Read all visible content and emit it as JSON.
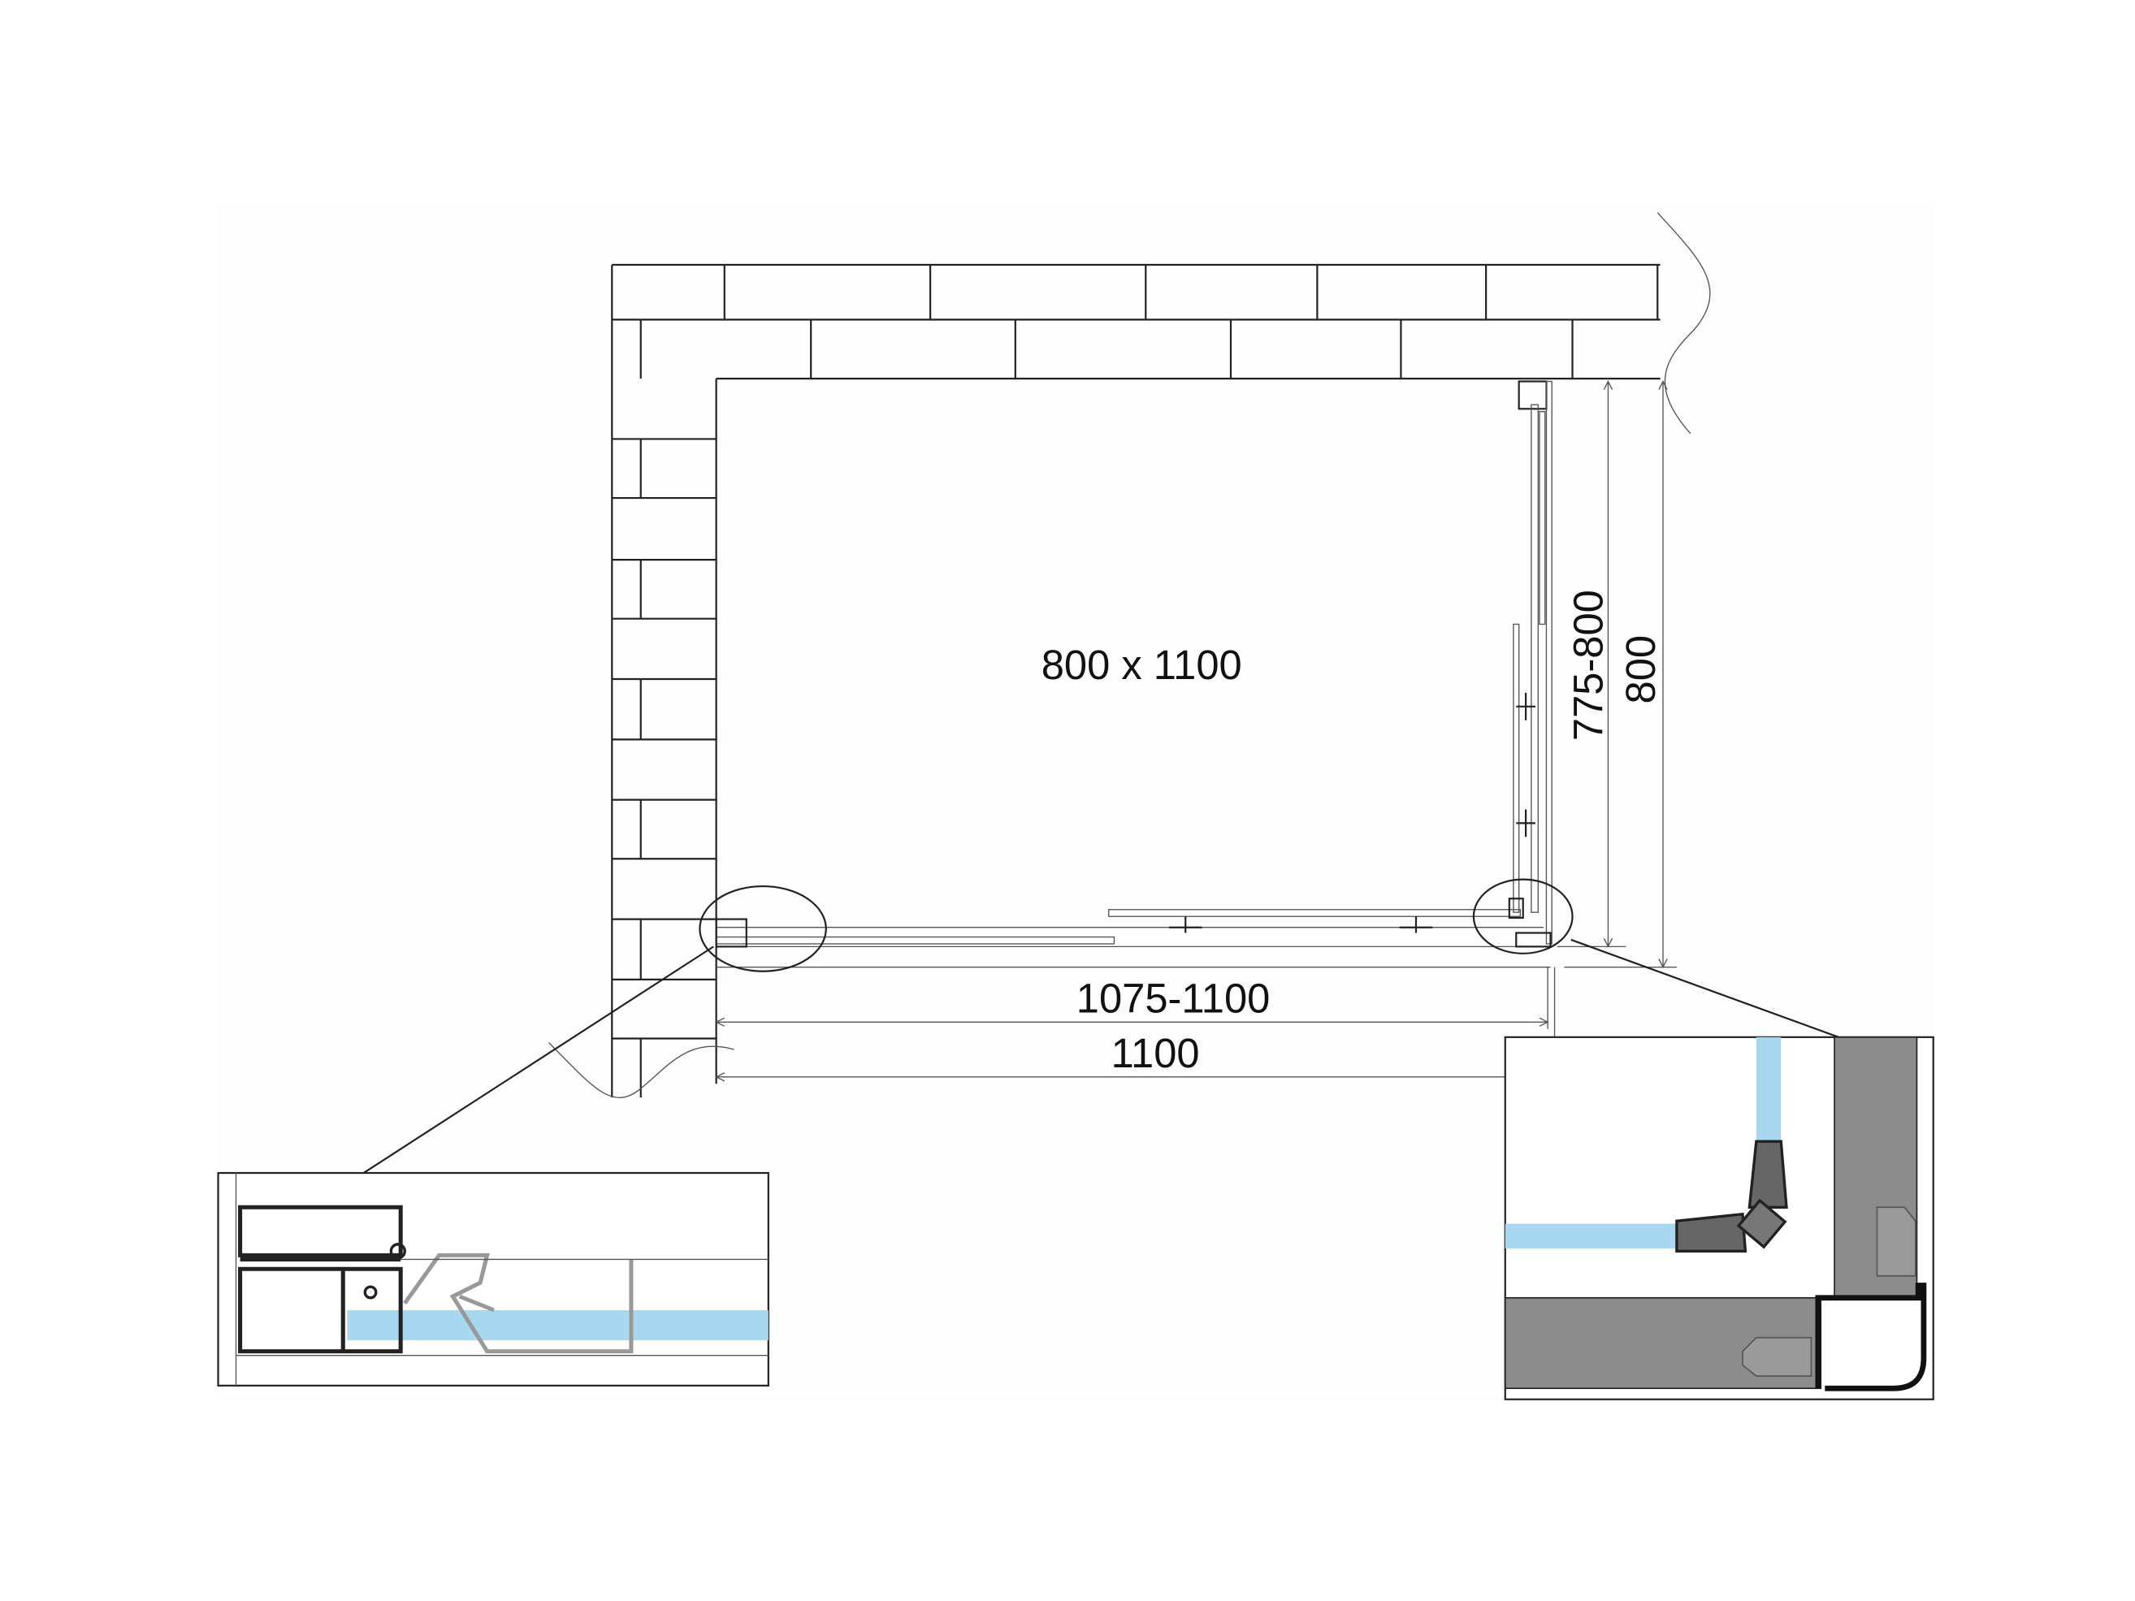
{
  "plan": {
    "room_size_label": "800 x 1100",
    "dim_width_range": "1075-1100",
    "dim_width": "1100",
    "dim_depth_range": "775-800",
    "dim_depth": "800"
  },
  "colors": {
    "glass": "#a8d8f0",
    "profile": "#888888",
    "wall_section": "#8c8c8c",
    "line": "#222222"
  }
}
